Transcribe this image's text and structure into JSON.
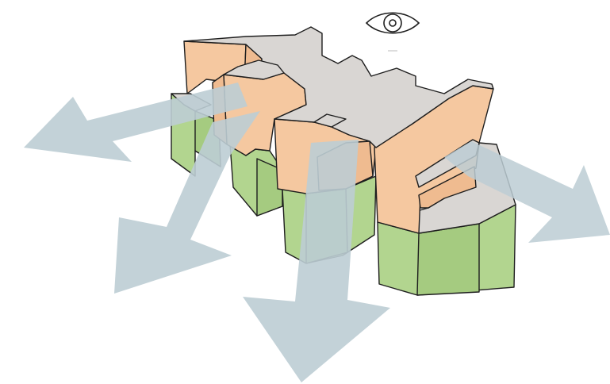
{
  "diagram": {
    "kind": "axonometric massing diagram with view arrows",
    "icons": [
      "eye-icon"
    ],
    "colors": {
      "podium": "#b2d58f",
      "podium_shade": "#a5cb80",
      "tower_side": "#f5c8a0",
      "tower_side_shade": "#efbb90",
      "roof": "#d9d6d3",
      "arrow": "#bccdd4"
    },
    "view_arrows": [
      {
        "direction": "north-west",
        "opacity": 0.9
      },
      {
        "direction": "south-west",
        "opacity": 0.9
      },
      {
        "direction": "south",
        "opacity": 0.9
      },
      {
        "direction": "east",
        "opacity": 0.85
      }
    ]
  }
}
